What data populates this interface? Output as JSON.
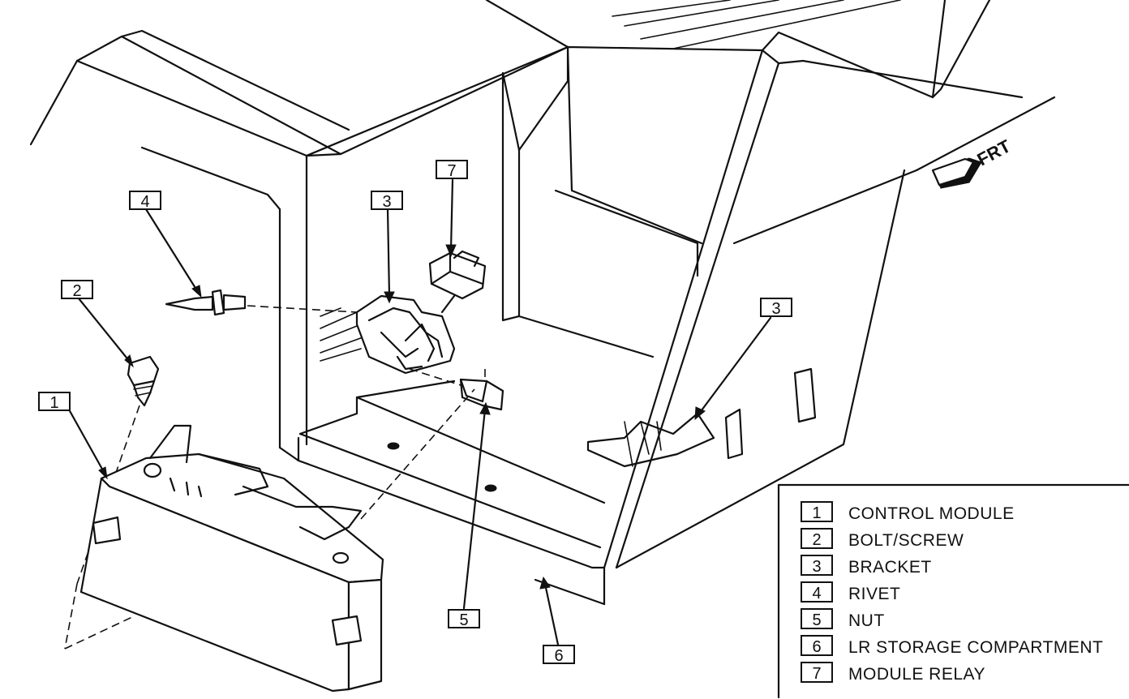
{
  "direction_label": "FRT",
  "callouts": [
    {
      "number": "1"
    },
    {
      "number": "2"
    },
    {
      "number": "3"
    },
    {
      "number": "4"
    },
    {
      "number": "7"
    },
    {
      "number": "3"
    },
    {
      "number": "5"
    },
    {
      "number": "6"
    }
  ],
  "legend": [
    {
      "number": "1",
      "text": "CONTROL MODULE"
    },
    {
      "number": "2",
      "text": "BOLT/SCREW"
    },
    {
      "number": "3",
      "text": "BRACKET"
    },
    {
      "number": "4",
      "text": "RIVET"
    },
    {
      "number": "5",
      "text": "NUT"
    },
    {
      "number": "6",
      "text": "LR STORAGE COMPARTMENT"
    },
    {
      "number": "7",
      "text": "MODULE RELAY"
    }
  ]
}
